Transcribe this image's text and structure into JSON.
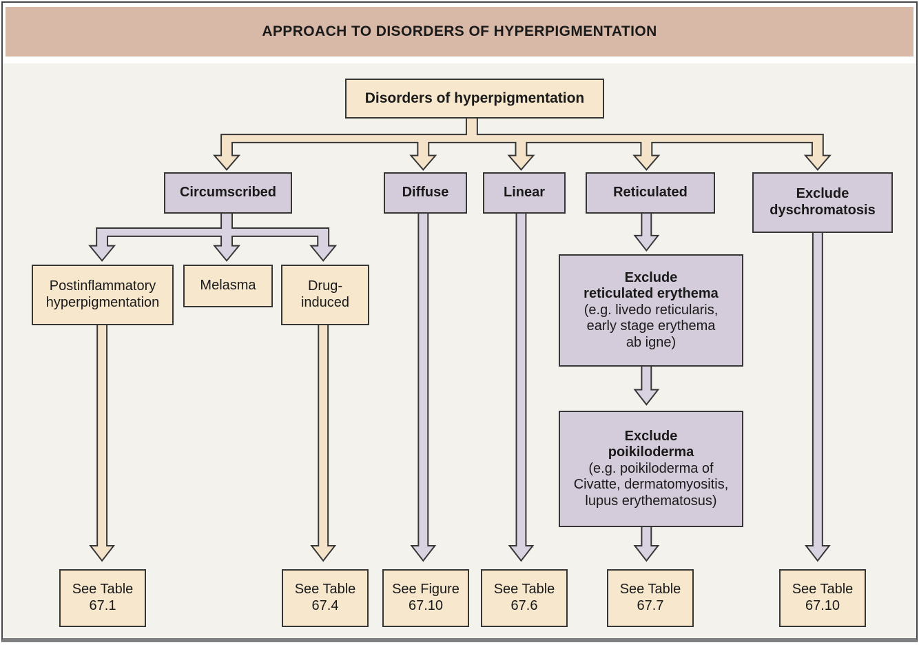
{
  "header": {
    "title": "APPROACH TO DISORDERS OF HYPERPIGMENTATION"
  },
  "root": {
    "label": "Disorders of hyperpigmentation"
  },
  "branches": [
    {
      "label": "Circumscribed"
    },
    {
      "label": "Diffuse"
    },
    {
      "label": "Linear"
    },
    {
      "label": "Reticulated"
    },
    {
      "label": "Exclude\ndyschromatosis"
    }
  ],
  "circumscribed_children": [
    {
      "label": "Postinflammatory\nhyperpigmentation"
    },
    {
      "label": "Melasma"
    },
    {
      "label": "Drug-\ninduced"
    }
  ],
  "reticulated_steps": [
    {
      "title": "Exclude\nreticulated erythema",
      "detail": "(e.g. livedo reticularis,\nearly stage erythema\nab igne)"
    },
    {
      "title": "Exclude\npoikiloderma",
      "detail": "(e.g. poikiloderma of\nCivatte, dermatomyositis,\nlupus erythematosus)"
    }
  ],
  "outcomes": [
    {
      "label": "See Table",
      "ref": "67.1"
    },
    {
      "label": "See Table",
      "ref": "67.4"
    },
    {
      "label": "See Figure",
      "ref": "67.10"
    },
    {
      "label": "See Table",
      "ref": "67.6"
    },
    {
      "label": "See Table",
      "ref": "67.7"
    },
    {
      "label": "See Table",
      "ref": "67.10"
    }
  ],
  "colors": {
    "header-bg": "#d8b9a8",
    "cream": "#f6e7cd",
    "tan-connector": "#f4e3c9",
    "lavender": "#d5ccdb",
    "lavender-connector": "#d9d2e1",
    "canvas-bg": "#f4f2ec",
    "line": "#363636",
    "text": "#1a1a1a"
  }
}
